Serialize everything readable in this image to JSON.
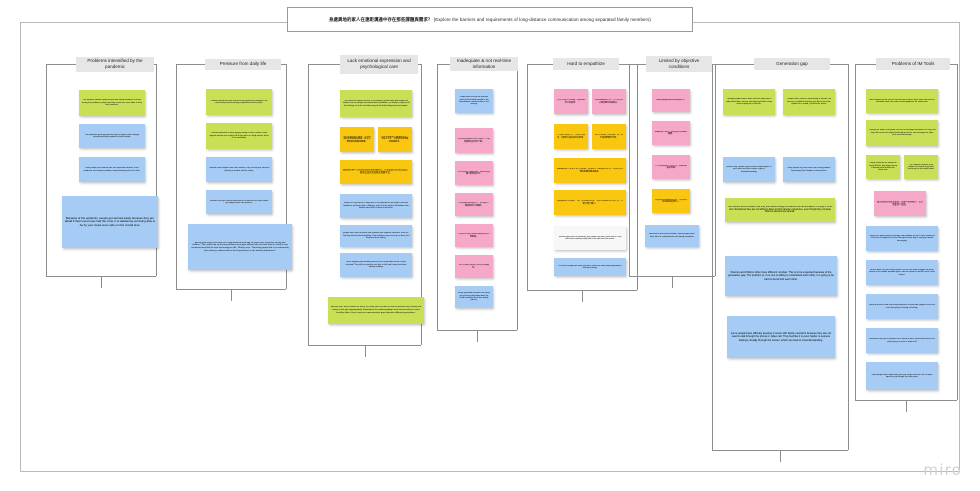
{
  "board": {
    "app": "miro",
    "watermark": "miro",
    "title_zh": "身處異地的家人在遠距溝通中存在那些課題與需求？",
    "title_en": "(Explore the barriers and requirements of long-distance communication among separated family members)",
    "colors": {
      "green": "#c9df56",
      "blue": "#a6ccf5",
      "yellow": "#fac710",
      "pink": "#f5a8c8",
      "header_bg": "#e6e6e6",
      "line": "#8d8d8d",
      "frame": "#b9b9b9"
    }
  },
  "columns": [
    {
      "id": "col-pandemic",
      "header": "Problems intensified by the pandemic",
      "notes": [
        {
          "color": "green",
          "text": "The distance between patients and their family members is further during the pandemic period, and they cannot see each other in their final moments."
        },
        {
          "color": "blue",
          "text": "The pandemic makes people be able to express their feelings virtually and keep updated to their families."
        },
        {
          "color": "blue",
          "text": "Older people and children who are separated because of the pandemic are having a problem communicating with each other."
        },
        {
          "color": "blue",
          "text": "Because of the epidemic, people get worried easily because they are afraid if their loved ones had the virus, it is saddening not being able to be by your loved one's side on this crucial time."
        }
      ]
    },
    {
      "id": "col-daily-life",
      "header": "Pressure from daily life",
      "notes": [
        {
          "color": "green",
          "text": "Children spend less time with their family because lifestyle in the new society and increasing competition from their job."
        },
        {
          "color": "green",
          "text": "Parents would like to keep deeply talking to their children, while migrant workers are nearly half of their time in a daily routine, there is no availability."
        },
        {
          "color": "blue",
          "text": "Children need supports from their families, they cannot give because of being a student and the salary."
        },
        {
          "color": "blue",
          "text": "Students who get stressed because of school feel like they cannot get support from their parents."
        },
        {
          "color": "blue",
          "text": "McKay and Wolfe have been on a long-distance marriage for more than a decade, having two children. \"We could keep up the long distance for longer without kids, but with them it's hard to stay connected and find the time and energy to talk,\" McKay says. \"Parenting young kids is so exhausting that nothing's suffered due to the long distance in the military department.\""
        }
      ]
    },
    {
      "id": "col-emotional",
      "header": "Lack emotional expression and psychological care",
      "notes": [
        {
          "color": "green",
          "text": "The content of family concern is not simply a verbal word and maybe the families are not always concerned about a problem, no family to express all the feelings it can be and observing of the daily feelings by most people."
        },
        {
          "color": "yellow",
          "text": "現代社會的家人關係，不知道如何表達情緒與情感，缺乏心理層面的照顧與關懷。"
        },
        {
          "color": "yellow",
          "text": "長輩也需要有人傾訴與陪伴，但是子女不一定能夠及時察覺到情緒需求。"
        },
        {
          "color": "yellow",
          "text": "遠距離的家人沒有辦法面對面表達關心，只能透過訊息或是電話，情感交流的深度與品質都不足。"
        },
        {
          "color": "blue",
          "text": "When on a trip and for a long time, it can depend on the people and their families to not know other's feelings, and it can be hard to tell between the families what there's done to be better."
        },
        {
          "color": "blue",
          "text": "people don't want to bother their families with negative emotions. Even so, that they tend to hold everything. Their relatives may check up on them, but they tend to be willing."
        },
        {
          "color": "blue",
          "text": "While enjoying with another person, once all persons will be to stay stressed. They still can need to use their to talk and to perceive them without needing."
        },
        {
          "color": "green",
          "text": "parents miss their children so much, but they have no idea of how to indicate their feeling and caring to the girls appropriately. Sometimes the understandings and concern will just cause backfire effect, these concern communication gaps between different generations."
        }
      ]
    },
    {
      "id": "col-info",
      "header": "Inadequate & not real-time information",
      "notes": [
        {
          "color": "blue",
          "text": "People want to know the real-time status of their family members, but long-distance communication is not enough."
        },
        {
          "color": "pink",
          "text": "無法即時掌握家人的生活狀況，只能透過單向的訊息了解。"
        },
        {
          "color": "pink",
          "text": "家人的訊息不是即時的，需要等候回覆才能知道近況。"
        },
        {
          "color": "pink",
          "text": "平時傳遞的資訊量太少，無法真正了解彼此的生活細節。"
        },
        {
          "color": "pink",
          "text": "只有在特定節日或是有事情的時候才會聯絡。"
        },
        {
          "color": "pink",
          "text": "家人之間的互動缺乏即時性與連續性。"
        },
        {
          "color": "blue",
          "text": "family separated members can barely get real time information about the health and daily life of their elderly parents."
        }
      ]
    },
    {
      "id": "col-empathize",
      "header": "Hard to empathize",
      "notes": [
        {
          "color": "pink",
          "text": "沒有共同的生活經驗，很難理解對方的處境。"
        },
        {
          "color": "pink",
          "text": "因為接觸環境不同，子女與長輩之間的觀念差異很大。"
        },
        {
          "color": "yellow",
          "text": "父母親不知道子女一天的生活狀況，只能從片段的訊息去猜測。"
        },
        {
          "color": "yellow",
          "text": "家人之間缺乏共同話題，久了就不知道要聊些什麼。"
        },
        {
          "color": "yellow",
          "text": "遠距離的家人無法分享日常瑣事，慢慢就不了解彼此的生活，久而久之心理的距離也越來越遠。"
        },
        {
          "color": "yellow",
          "text": "因為彼此的生活圈不一樣，無法感同身受，沒有辦法體會對方的辛苦，只能口頭上關心。"
        },
        {
          "color": "white",
          "text": "Sandra Lopez and her husband, have stated that after a while and in a city that's been working really hard in the split and it be sorrow."
        },
        {
          "color": "blue",
          "text": "It's hard to empathize when you don't share the same daily experiences with your family."
        }
      ]
    },
    {
      "id": "col-objective",
      "header": "Limited by objective conditions",
      "notes": [
        {
          "color": "pink",
          "text": "時差問題讓聯絡的時間很難配合。"
        },
        {
          "color": "pink",
          "text": "網路訊號不穩定，視訊通話常常斷斷續續。"
        },
        {
          "color": "pink",
          "text": "工作時間與家人作息不同，很難找到一起的時間。"
        },
        {
          "color": "yellow",
          "text": "交通成本與時間成本太高，沒有辦法常常回家探望家人。"
        },
        {
          "color": "blue",
          "text": "because of the busy schedule, some people don't have time to communicate with family members."
        }
      ]
    },
    {
      "id": "col-generation",
      "header": "Generation gap",
      "notes": [
        {
          "color": "green",
          "text": "Younger people tend to think that their elders don't understand them, so they shut down and don't share what is going on in their life."
        },
        {
          "color": "green",
          "text": "Children don't think the relationship is worsen, but become a problem that they just don't want to be spoken to or asked, just from the worse."
        },
        {
          "color": "blue",
          "text": "parents and children have different expectations of each other and this creates a gap of misunderstanding."
        },
        {
          "color": "blue",
          "text": "many people say that elders are having problem expressing their thoughts to their juniors."
        },
        {
          "color": "green",
          "text": "The children tend to believe that they are mature enough to deal with an accumulation of things on their own. Sometimes they are not willing to listen to their parents' experience, even though they concede that the advisers are rational."
        },
        {
          "color": "blue",
          "text": "Parents and children often have different mindset. This is to be expected because of the generation gap. The problem is, if no one is willing to understand each other, it is going to be hard to bond with each other."
        },
        {
          "color": "blue",
          "text": "some people have difficulty keeping in touch with family members because they are not used to talk through the phone or video call. They feel like it is even harder to express feelings virtually through the screen, which can lead to misunderstanding."
        }
      ]
    },
    {
      "id": "col-im-tools",
      "header": "Problems of IM Tools",
      "notes": [
        {
          "color": "green",
          "text": "Most families do not use the IM tools that connect each other, because an unfamiliar tools can reduce messaging time for connection."
        },
        {
          "color": "green",
          "text": "Through the online chat group, we can all message and phone in a way, but they still can be too simple but hardly touch the real messages or other can't transmit feelings."
        },
        {
          "color": "green",
          "text": "People cannot be too familiar on using IM tools, they forget having a learning need to make the create time."
        },
        {
          "color": "green",
          "text": "The computer network is not suited to our needs, they find it hard to get on the mobile video."
        },
        {
          "color": "pink",
          "text": "通訊軟體的功能太複雜，長輩不容易操作，常常需要別人協助。"
        },
        {
          "color": "blue",
          "text": "I spoke to a long distance marriage and explored a check it that network of it that that it happened in there through one the day to easily go toward messaging."
        },
        {
          "color": "blue",
          "text": "All you have are such others words, so you can really imagine the other person in the middle possible lights, who are words in real life and it's also keep it."
        },
        {
          "color": "blue",
          "text": "Video and voice need and family members or need side happens and at all one other party is having a bad day."
        },
        {
          "color": "blue",
          "text": "Whenever one part of couples has a break of work, they would contact the other party via voice or video call."
        },
        {
          "color": "blue",
          "text": "Some people often spend one part that keeps interests from an open against or go though the other party."
        }
      ]
    }
  ]
}
